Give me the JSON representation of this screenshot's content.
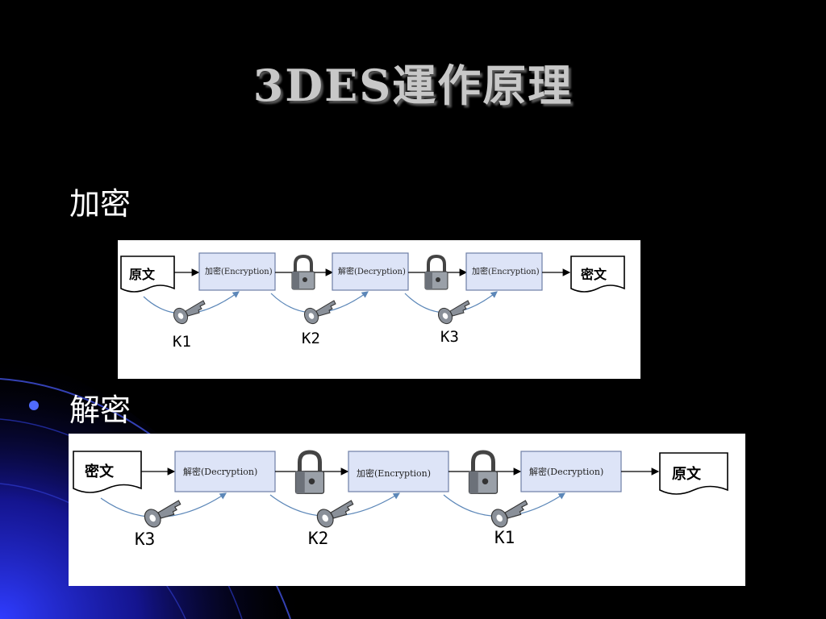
{
  "slide": {
    "title": "3DES運作原理",
    "encrypt_section": {
      "label": "加密",
      "input_doc": "原文",
      "output_doc": "密文",
      "stages": [
        "加密(Encryption)",
        "解密(Decryption)",
        "加密(Encryption)"
      ],
      "keys": [
        "K1",
        "K2",
        "K3"
      ]
    },
    "decrypt_section": {
      "label": "解密",
      "input_doc": "密文",
      "output_doc": "原文",
      "stages": [
        "解密(Decryption)",
        "加密(Encryption)",
        "解密(Decryption)"
      ],
      "keys": [
        "K3",
        "K2",
        "K1"
      ]
    }
  },
  "icons": {
    "lock": "padlock-icon",
    "key": "key-icon",
    "bullet": "bullet-dot-icon"
  },
  "colors": {
    "background": "#000000",
    "accent_blue": "#1a2bd8",
    "stage_box": "#dde4f7",
    "key_metal": "#8a9099",
    "title": "#c8c8c8"
  }
}
